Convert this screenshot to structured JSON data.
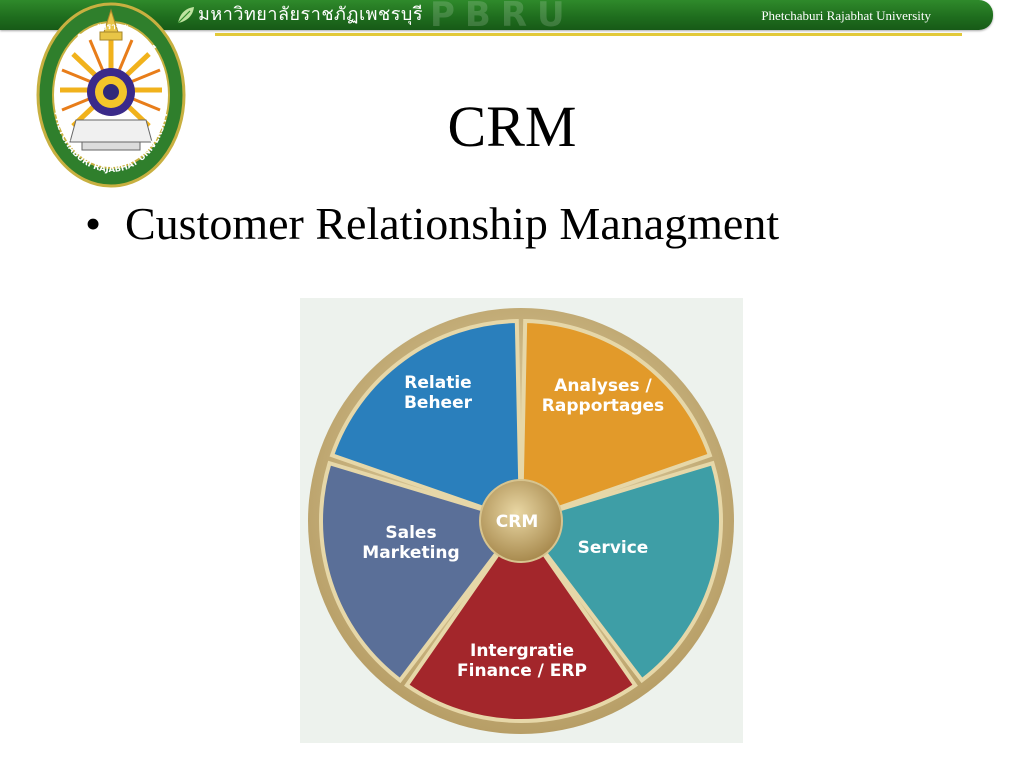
{
  "banner": {
    "thai_name": "มหาวิทยาลัยราชภัฏเพชรบุรี",
    "watermark": "PBRU",
    "english_name": "Phetchaburi Rajabhat University"
  },
  "seal": {
    "top_text": "มหาวิทยาลัยราชภัฏเพชรบุรี",
    "bottom_text": "PHETCHABURI RAJABHAT UNIVERSITY"
  },
  "slide": {
    "title": "CRM",
    "bullets": [
      {
        "marker": "•",
        "text": "Customer Relationship Managment"
      }
    ]
  },
  "diagram": {
    "center": "CRM",
    "segments": [
      {
        "lines": [
          "Relatie",
          "Beheer"
        ],
        "color": "#2a7fbc"
      },
      {
        "lines": [
          "Analyses /",
          "Rapportages"
        ],
        "color": "#e29a2a"
      },
      {
        "lines": [
          "Service"
        ],
        "color": "#3e9ea6"
      },
      {
        "lines": [
          "Intergratie",
          "Finance / ERP"
        ],
        "color": "#a3262b"
      },
      {
        "lines": [
          "Sales",
          "Marketing"
        ],
        "color": "#5a6f98"
      }
    ]
  }
}
